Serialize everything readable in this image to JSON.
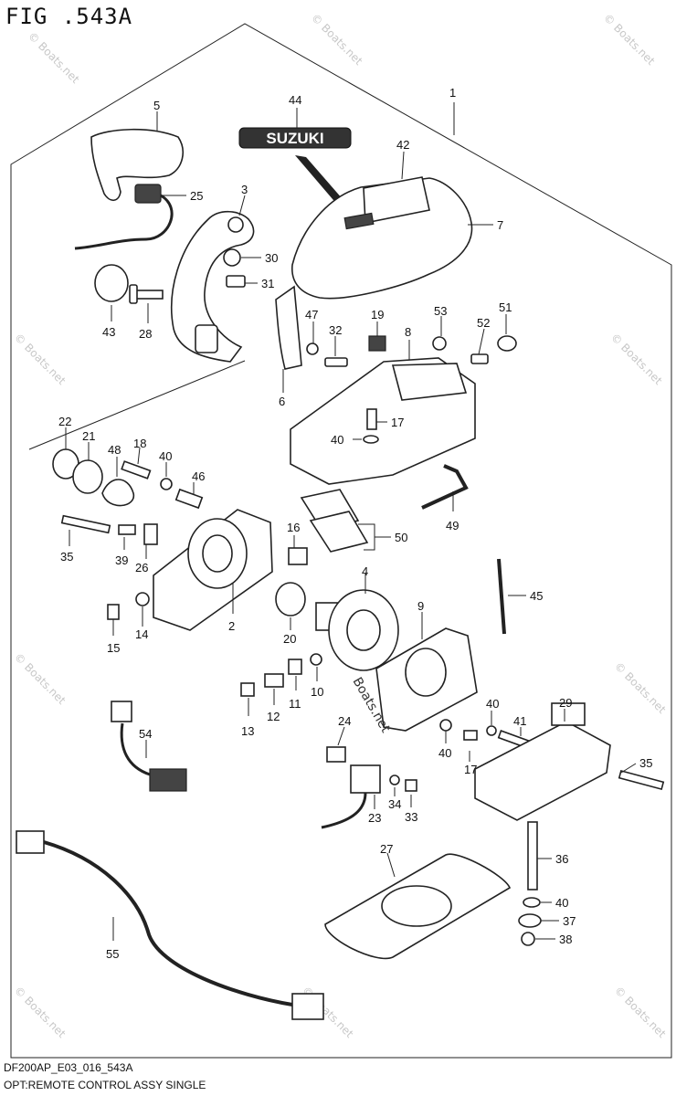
{
  "figure": {
    "title": "FIG .543A",
    "footer_code": "DF200AP_E03_016_543A",
    "caption": "OPT:REMOTE CONTROL ASSY SINGLE",
    "logo_text": "SUZUKI",
    "watermark": "© Boats.net",
    "center_watermark": "Boats.net"
  },
  "parts": [
    {
      "id": "1",
      "label": "1"
    },
    {
      "id": "2",
      "label": "2"
    },
    {
      "id": "3",
      "label": "3"
    },
    {
      "id": "4",
      "label": "4"
    },
    {
      "id": "5",
      "label": "5"
    },
    {
      "id": "6",
      "label": "6"
    },
    {
      "id": "7",
      "label": "7"
    },
    {
      "id": "8",
      "label": "8"
    },
    {
      "id": "9",
      "label": "9"
    },
    {
      "id": "10",
      "label": "10"
    },
    {
      "id": "11",
      "label": "11"
    },
    {
      "id": "12",
      "label": "12"
    },
    {
      "id": "13",
      "label": "13"
    },
    {
      "id": "14",
      "label": "14"
    },
    {
      "id": "15",
      "label": "15"
    },
    {
      "id": "16",
      "label": "16"
    },
    {
      "id": "17a",
      "label": "17"
    },
    {
      "id": "17b",
      "label": "17"
    },
    {
      "id": "18",
      "label": "18"
    },
    {
      "id": "19",
      "label": "19"
    },
    {
      "id": "20",
      "label": "20"
    },
    {
      "id": "21",
      "label": "21"
    },
    {
      "id": "22",
      "label": "22"
    },
    {
      "id": "23",
      "label": "23"
    },
    {
      "id": "24",
      "label": "24"
    },
    {
      "id": "25",
      "label": "25"
    },
    {
      "id": "26",
      "label": "26"
    },
    {
      "id": "27",
      "label": "27"
    },
    {
      "id": "28",
      "label": "28"
    },
    {
      "id": "29",
      "label": "29"
    },
    {
      "id": "30",
      "label": "30"
    },
    {
      "id": "31",
      "label": "31"
    },
    {
      "id": "32",
      "label": "32"
    },
    {
      "id": "33",
      "label": "33"
    },
    {
      "id": "34",
      "label": "34"
    },
    {
      "id": "35a",
      "label": "35"
    },
    {
      "id": "35b",
      "label": "35"
    },
    {
      "id": "36",
      "label": "36"
    },
    {
      "id": "37",
      "label": "37"
    },
    {
      "id": "38",
      "label": "38"
    },
    {
      "id": "39",
      "label": "39"
    },
    {
      "id": "40a",
      "label": "40"
    },
    {
      "id": "40b",
      "label": "40"
    },
    {
      "id": "40c",
      "label": "40"
    },
    {
      "id": "40d",
      "label": "40"
    },
    {
      "id": "40e",
      "label": "40"
    },
    {
      "id": "41",
      "label": "41"
    },
    {
      "id": "42",
      "label": "42"
    },
    {
      "id": "43",
      "label": "43"
    },
    {
      "id": "44",
      "label": "44"
    },
    {
      "id": "45",
      "label": "45"
    },
    {
      "id": "46",
      "label": "46"
    },
    {
      "id": "47",
      "label": "47"
    },
    {
      "id": "48",
      "label": "48"
    },
    {
      "id": "49",
      "label": "49"
    },
    {
      "id": "50",
      "label": "50"
    },
    {
      "id": "51",
      "label": "51"
    },
    {
      "id": "52",
      "label": "52"
    },
    {
      "id": "53",
      "label": "53"
    },
    {
      "id": "54",
      "label": "54"
    },
    {
      "id": "55",
      "label": "55"
    }
  ]
}
